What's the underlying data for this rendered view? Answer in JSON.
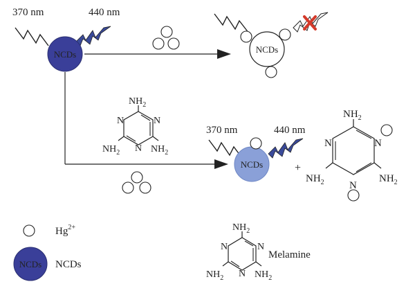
{
  "colors": {
    "ncds_dark": "#3a3f99",
    "ncds_light": "#8aa0d8",
    "quench_mark": "#d43a2a",
    "line": "#222222",
    "arrow_blue": "#3a4a9a"
  },
  "labels": {
    "wavelength_excitation": "370 nm",
    "wavelength_emission": "440 nm",
    "ncds": "NCDs",
    "plus": "+",
    "nh": "NH",
    "two": "2",
    "n": "N",
    "hg": "Hg",
    "hg_charge": "2+",
    "melamine": "Melamine"
  },
  "legend": {
    "ion_label": "Hg",
    "ion_charge": "2+",
    "ncds_label": "NCDs"
  }
}
